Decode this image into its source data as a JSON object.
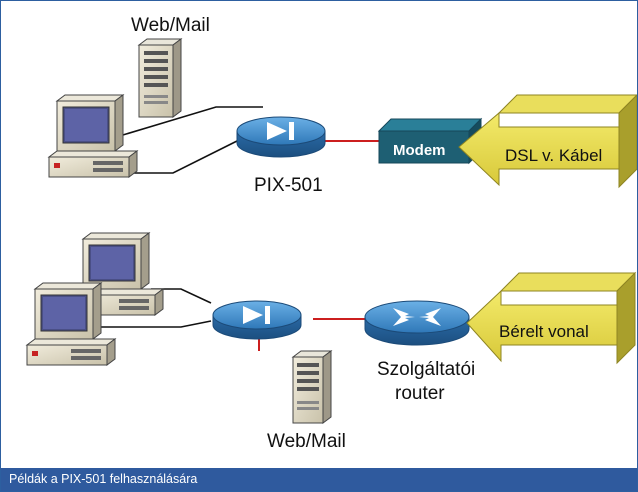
{
  "top_section": {
    "server_label": "Web/Mail",
    "firewall_label": "PIX-501",
    "modem_label": "Modem",
    "arrow_label": "DSL v. Kábel"
  },
  "bottom_section": {
    "server_label": "Web/Mail",
    "router_label_line1": "Szolgáltatói",
    "router_label_line2": "router",
    "arrow_label": "Bérelt vonal"
  },
  "caption": "Példák a PIX-501 felhasználására",
  "colors": {
    "border": "#2d5fa0",
    "caption_bar": "#2f5a9e",
    "device_blue": "#3a84c4",
    "modem_teal": "#1e5f73",
    "arrow_yellow": "#d6c93a",
    "link_red": "#cc1f1f"
  }
}
